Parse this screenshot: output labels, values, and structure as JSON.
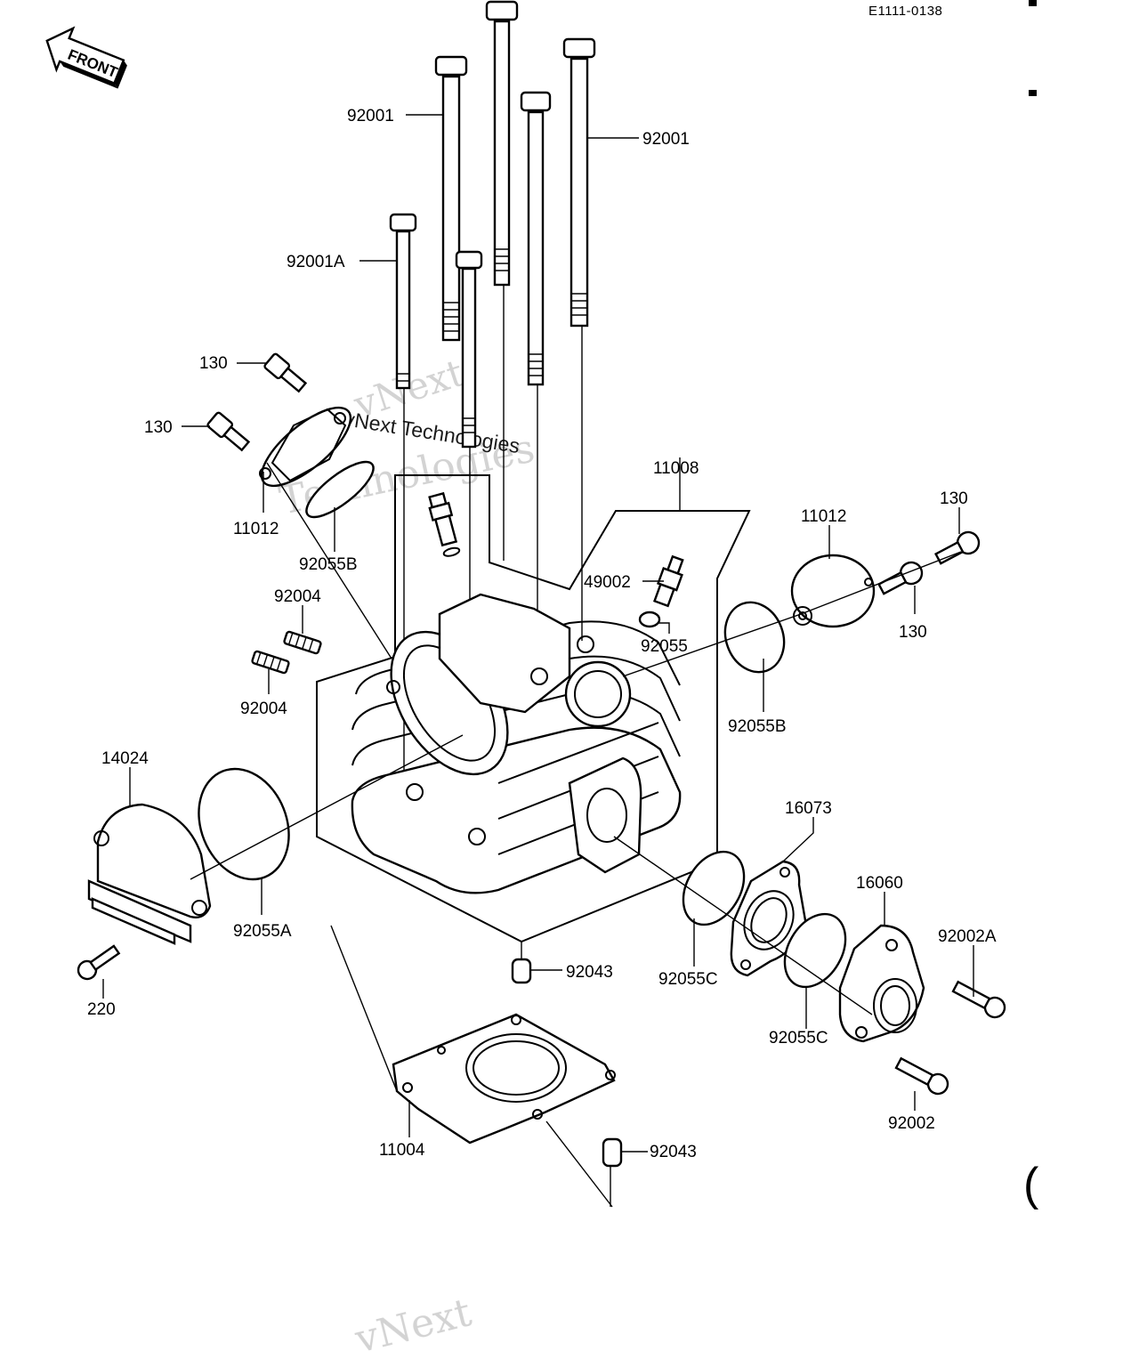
{
  "document": {
    "reference_code": "E1111-0138",
    "front_label": "FRONT"
  },
  "watermarks": [
    "vNext",
    "Technologies",
    "vNext Technologies",
    "vNext"
  ],
  "callouts": {
    "bolt_92001_left": "92001",
    "bolt_92001_right": "92001",
    "bolt_92001A": "92001A",
    "bolt_130_a": "130",
    "bolt_130_b": "130",
    "cap_11012_left": "11012",
    "oring_92055B_left": "92055B",
    "head_11008": "11008",
    "cap_11012_right": "11012",
    "bolt_130_c": "130",
    "bolt_130_d": "130",
    "plug_49002": "49002",
    "washer_92055": "92055",
    "stud_92004_a": "92004",
    "stud_92004_b": "92004",
    "oring_92055B_right": "92055B",
    "cover_14024": "14024",
    "oring_92055A": "92055A",
    "bolt_220": "220",
    "dowel_92043_a": "92043",
    "gasket_11004": "11004",
    "dowel_92043_b": "92043",
    "gasket_16073": "16073",
    "holder_16060": "16060",
    "bolt_92002A": "92002A",
    "oring_92055C_a": "92055C",
    "oring_92055C_b": "92055C",
    "bolt_92002": "92002"
  },
  "icons": [
    "front-arrow-icon"
  ]
}
